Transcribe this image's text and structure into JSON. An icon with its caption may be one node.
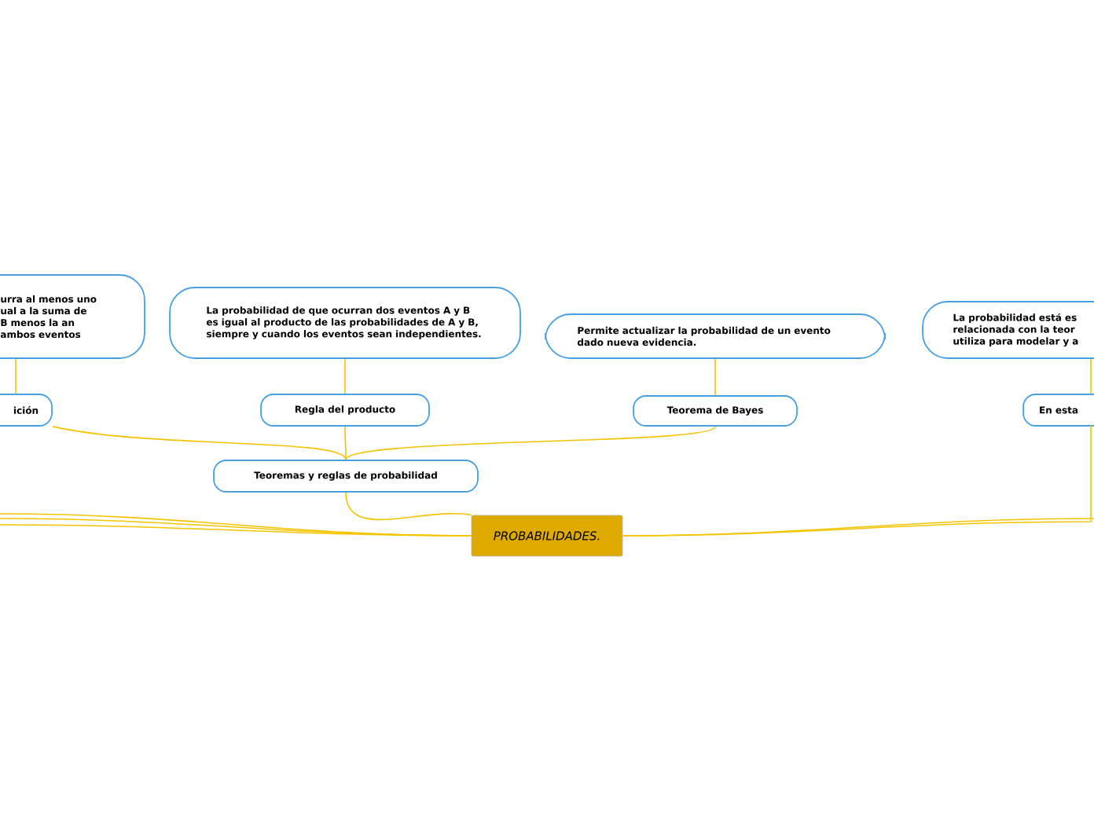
{
  "diagram": {
    "nodes": [
      {
        "text": [
          "PROBABILIDADES."
        ]
      },
      {
        "text": [
          "Teoremas y reglas de probabilidad"
        ]
      },
      {
        "text": [
          "ición"
        ]
      },
      {
        "text": [
          "urra al menos uno ual a la suma de B menos la an ambos eventos"
        ]
      },
      {
        "text": [
          "Regla del producto"
        ]
      },
      {
        "text": [
          "La probabilidad de que ocurran dos eventos A y B es igual al producto de las probabilidades de A y B, siempre y cuando los eventos sean independientes."
        ]
      },
      {
        "text": [
          "Teorema de Bayes"
        ]
      },
      {
        "text": [
          "Permite actualizar la probabilidad de un evento dado nueva evidencia."
        ]
      },
      {
        "text": [
          "En esta"
        ]
      },
      {
        "text": [
          "La probabilidad está es relacionada con la teor utiliza para modelar y a"
        ]
      }
    ],
    "edges": [
      {
        "from": 1,
        "to": 0,
        "arrow": "none"
      },
      {
        "from": 2,
        "to": 1,
        "arrow": "none"
      },
      {
        "from": 4,
        "to": 1,
        "arrow": "none"
      },
      {
        "from": 6,
        "to": 1,
        "arrow": "none"
      },
      {
        "from": 3,
        "to": 2,
        "arrow": "none"
      },
      {
        "from": 5,
        "to": 4,
        "arrow": "none"
      },
      {
        "from": 7,
        "to": 6,
        "arrow": "none"
      },
      {
        "from": 9,
        "to": 8,
        "arrow": "none"
      },
      {
        "from": 8,
        "to": 0,
        "arrow": "none"
      },
      {
        "from": null,
        "to": 0,
        "arrow": "none"
      },
      {
        "from": null,
        "to": 0,
        "arrow": "none"
      },
      {
        "from": null,
        "to": 0,
        "arrow": "none"
      },
      {
        "from": 0,
        "to": null,
        "arrow": "none"
      }
    ]
  }
}
